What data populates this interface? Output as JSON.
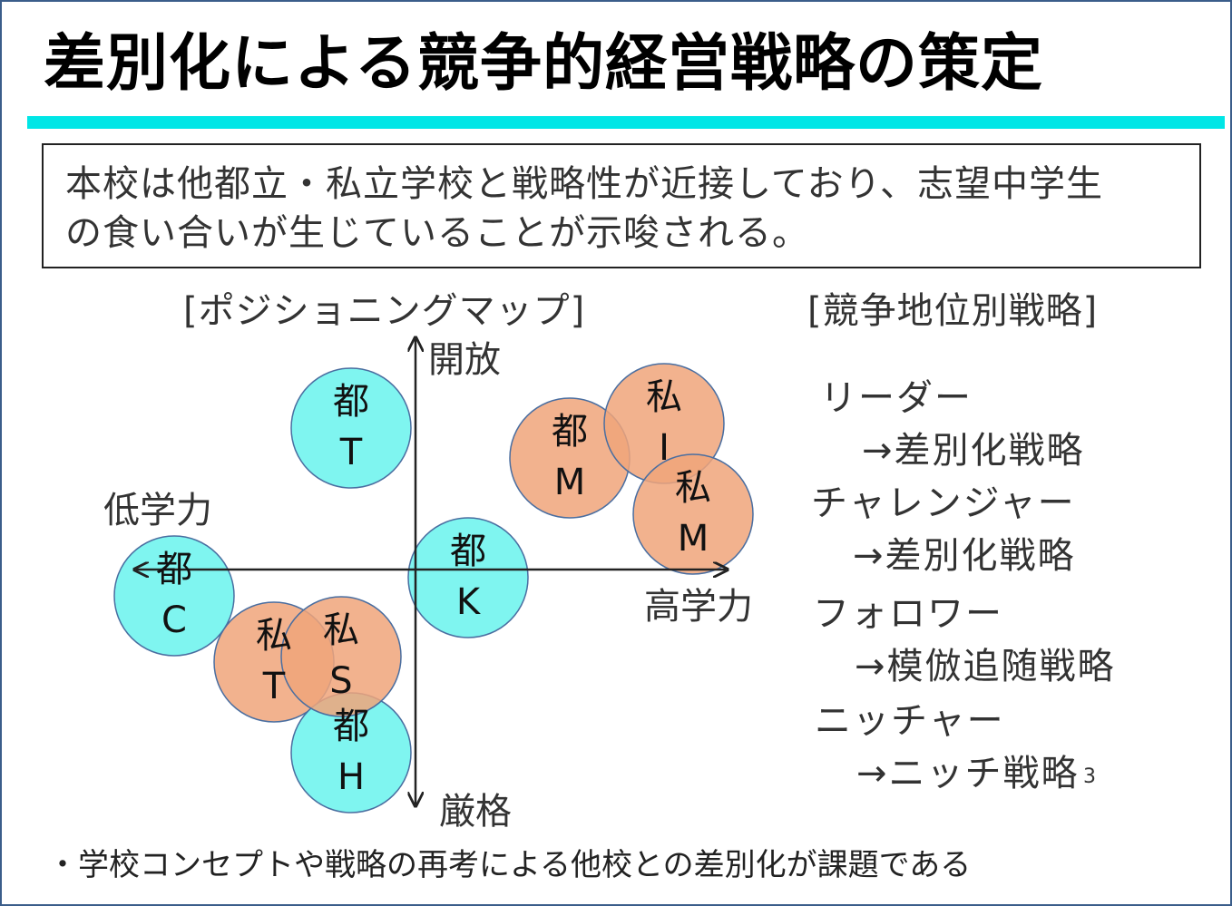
{
  "slide": {
    "title": "差別化による競争的経営戦略の策定",
    "summary_lines": [
      "本校は他都立・私立学校と戦略性が近接しており、志望中学生",
      "の食い合いが生じていることが示唆される。"
    ],
    "map_heading": "[ポジショニングマップ]",
    "strategy_heading": "[競争地位別戦略]",
    "footnote": "・学校コンセプトや戦略の再考による他校との差別化が課題である",
    "page_number": "3"
  },
  "colors": {
    "accent_bar": "#00e6e6",
    "public_school": "#7ff5f0",
    "private_school": "#f0a57a",
    "circle_stroke": "#4a6ea0"
  },
  "positioning_map": {
    "axes": {
      "top": "開放",
      "bottom": "厳格",
      "left": "低学力",
      "right": "高学力"
    },
    "schools": [
      {
        "line1": "都",
        "line2": "T",
        "kind": "public"
      },
      {
        "line1": "都",
        "line2": "M",
        "kind": "private"
      },
      {
        "line1": "私",
        "line2": "I",
        "kind": "private"
      },
      {
        "line1": "私",
        "line2": "M",
        "kind": "private"
      },
      {
        "line1": "都",
        "line2": "K",
        "kind": "public"
      },
      {
        "line1": "都",
        "line2": "C",
        "kind": "public"
      },
      {
        "line1": "私",
        "line2": "T",
        "kind": "private"
      },
      {
        "line1": "都",
        "line2": "H",
        "kind": "public"
      },
      {
        "line1": "私",
        "line2": "S",
        "kind": "private"
      }
    ]
  },
  "strategies": [
    {
      "position": "リーダー",
      "strategy": "→差別化戦略"
    },
    {
      "position": "チャレンジャー",
      "strategy": "→差別化戦略"
    },
    {
      "position": "フォロワー",
      "strategy": "→模倣追随戦略"
    },
    {
      "position": "ニッチャー",
      "strategy": "→ニッチ戦略"
    }
  ]
}
